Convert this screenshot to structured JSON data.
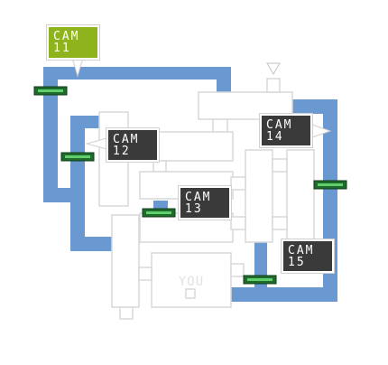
{
  "map": {
    "player_label": "YOU",
    "colors": {
      "vent": "#6a99d2",
      "room_outline": "#d8d8d8",
      "room_fill": "#ffffff",
      "cam_button": "#3a3a3a",
      "cam_button_active": "#8fb31c",
      "vent_marker": "#2b8a3a"
    }
  },
  "cameras": [
    {
      "id": "11",
      "line1": "CAM",
      "line2": "11",
      "active": true
    },
    {
      "id": "12",
      "line1": "CAM",
      "line2": "12",
      "active": false
    },
    {
      "id": "13",
      "line1": "CAM",
      "line2": "13",
      "active": false
    },
    {
      "id": "14",
      "line1": "CAM",
      "line2": "14",
      "active": false
    },
    {
      "id": "15",
      "line1": "CAM",
      "line2": "15",
      "active": false
    }
  ]
}
